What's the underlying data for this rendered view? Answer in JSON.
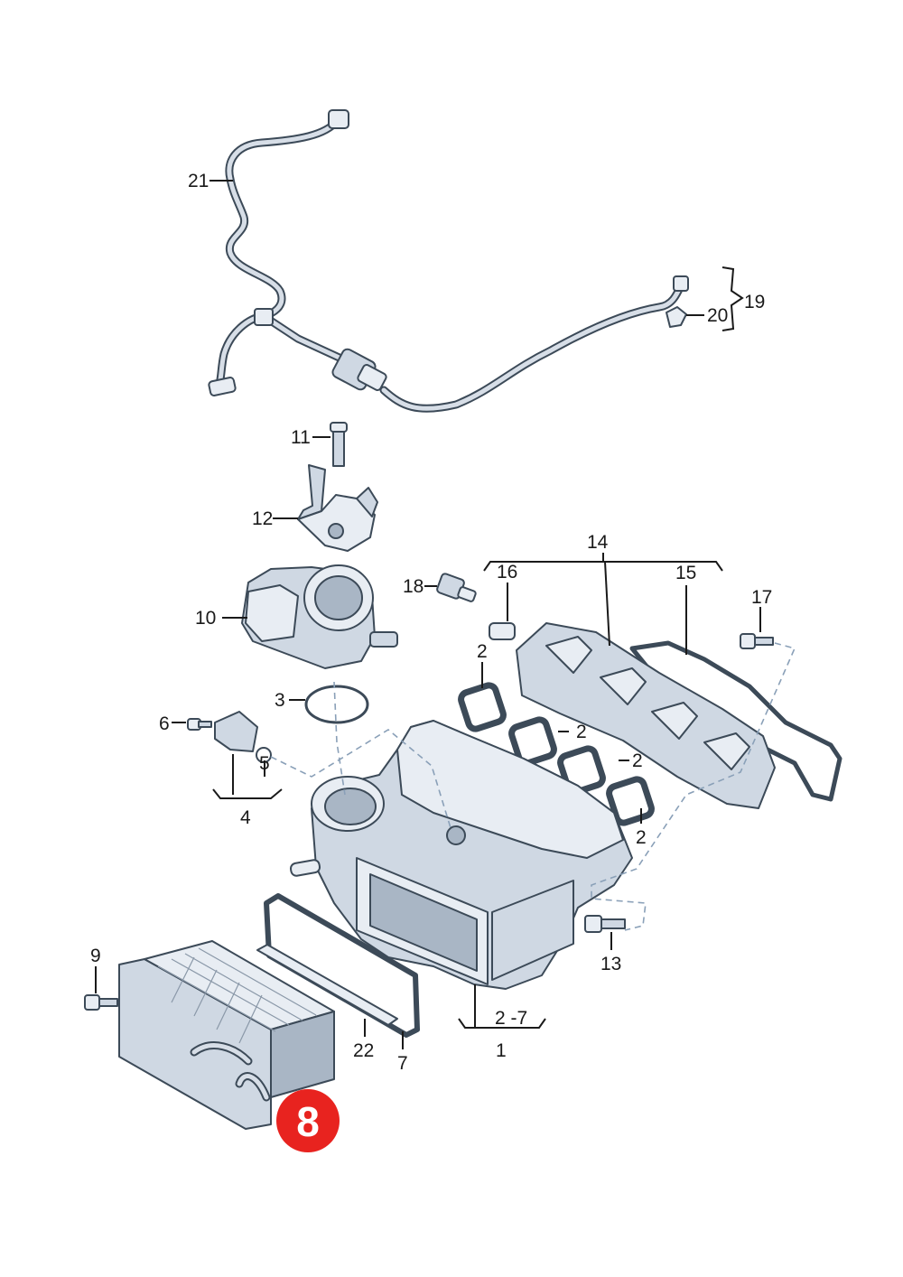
{
  "labels": {
    "l21": "21",
    "l19": "19",
    "l20": "20",
    "l11": "11",
    "l12": "12",
    "l14": "14",
    "l16": "16",
    "l15": "15",
    "l18": "18",
    "l10": "10",
    "l17": "17",
    "l2a": "2",
    "l3": "3",
    "l6": "6",
    "l2b": "2",
    "l2c": "2",
    "l5": "5",
    "l2d": "2",
    "l4": "4",
    "l13": "13",
    "l9": "9",
    "l2to7": "2 -7",
    "l22": "22",
    "l7": "7",
    "l1": "1"
  },
  "badge": {
    "number": "8",
    "color": "#e8231f"
  }
}
